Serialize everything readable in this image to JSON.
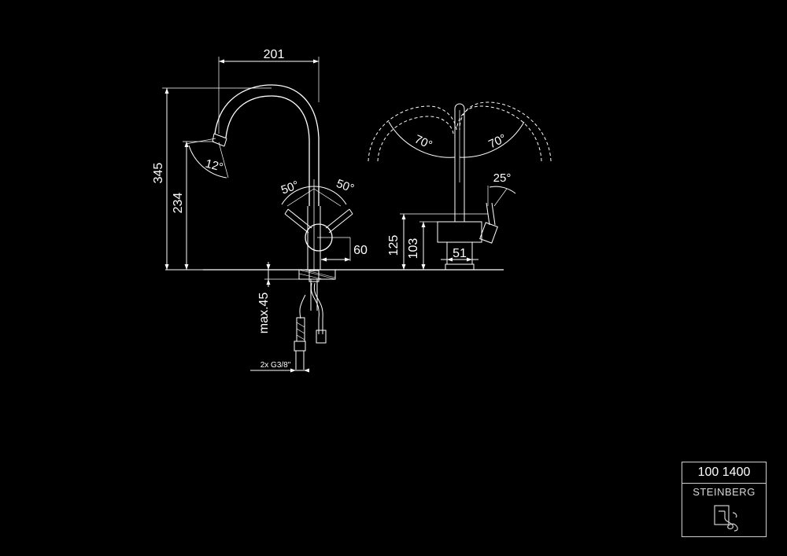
{
  "drawing": {
    "line_color": "#ffffff",
    "background": "#000000",
    "dimensions": {
      "spout_reach": "201",
      "total_height": "345",
      "spout_height": "234",
      "spout_angle": "12°",
      "lever_left_angle": "50°",
      "lever_right_angle": "50°",
      "body_diameter": "60",
      "max_deck_thickness": "max.45",
      "connection": "2x G3/8\"",
      "swivel_left": "70°",
      "swivel_right": "70°",
      "lever_tilt": "25°",
      "body_height": "125",
      "lever_height": "103",
      "base_width": "51"
    }
  },
  "title_block": {
    "product_code": "100 1400",
    "brand": "STEINBERG",
    "logo_icon": "steinberg-logo-icon"
  }
}
